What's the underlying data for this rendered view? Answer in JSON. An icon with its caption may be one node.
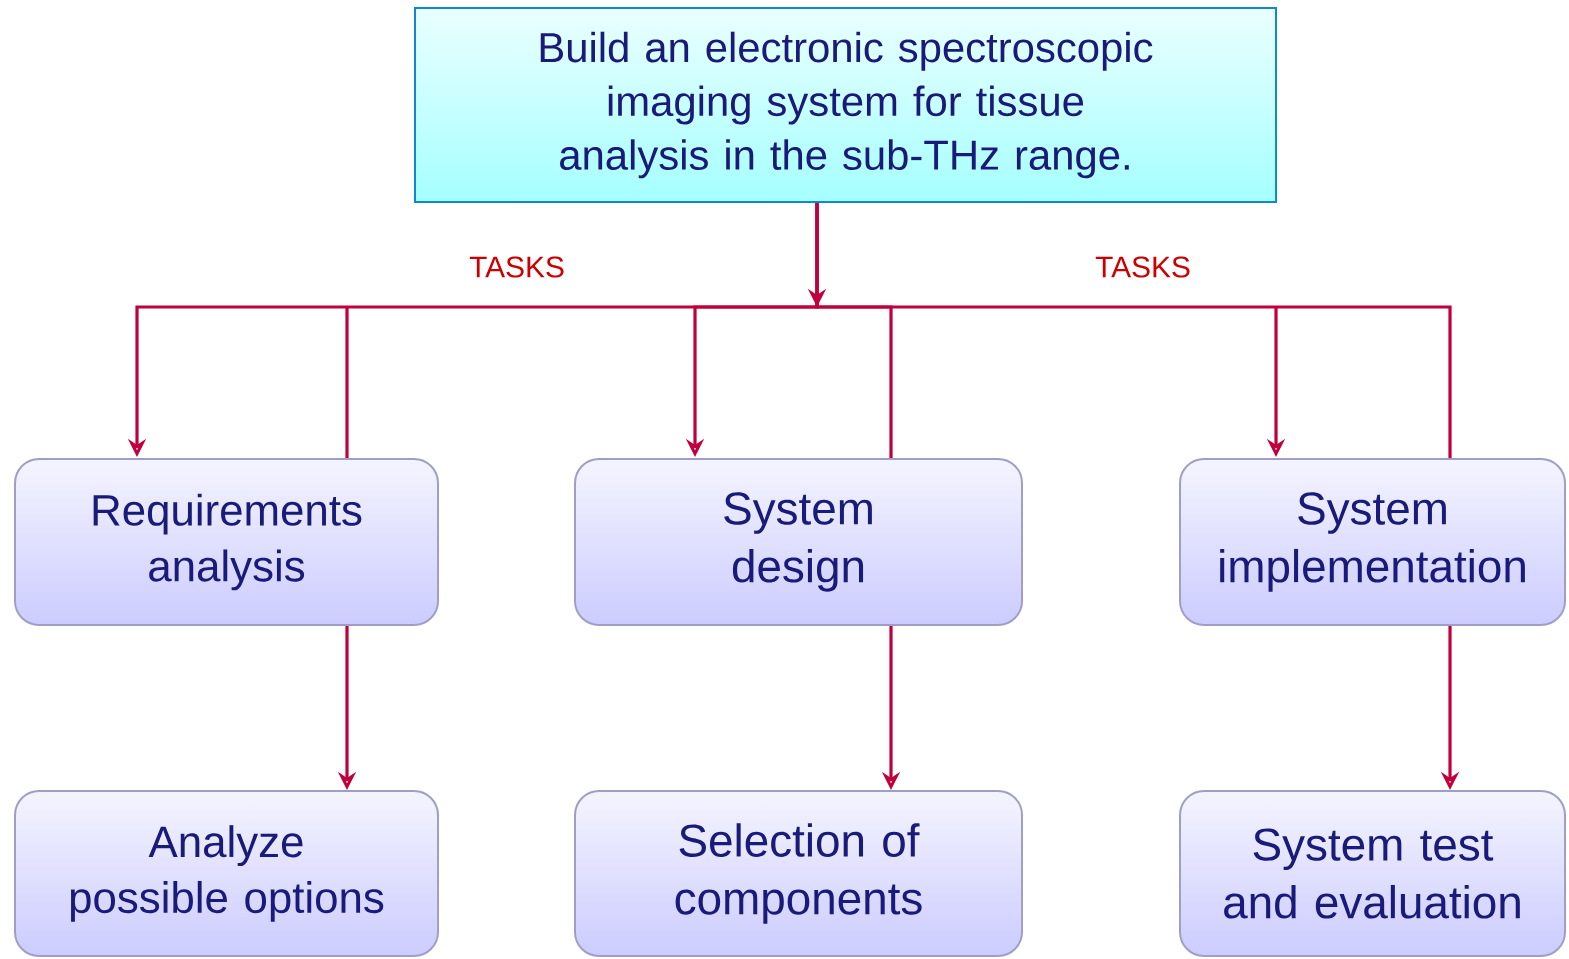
{
  "diagram": {
    "nodes": [
      {
        "text": [
          "Build an electronic spectroscopic imaging system for tissue analysis in the sub-THz range."
        ]
      },
      {
        "text": [
          "Requirements analysis"
        ]
      },
      {
        "text": [
          "System design"
        ]
      },
      {
        "text": [
          "System implementation"
        ]
      },
      {
        "text": [
          "Analyze possible options"
        ]
      },
      {
        "text": [
          "Selection of components"
        ]
      },
      {
        "text": [
          "System test and evaluation"
        ]
      }
    ],
    "edges": [
      {
        "from": 0,
        "to": 1,
        "arrow": "to"
      },
      {
        "from": 0,
        "to": 2,
        "arrow": "to"
      },
      {
        "from": 0,
        "to": 3,
        "arrow": "to"
      },
      {
        "from": 1,
        "to": 4,
        "arrow": "to"
      },
      {
        "from": 2,
        "to": 5,
        "arrow": "to"
      },
      {
        "from": 3,
        "to": 6,
        "arrow": "to"
      }
    ],
    "labels": [
      "TASKS",
      "TASKS"
    ]
  }
}
